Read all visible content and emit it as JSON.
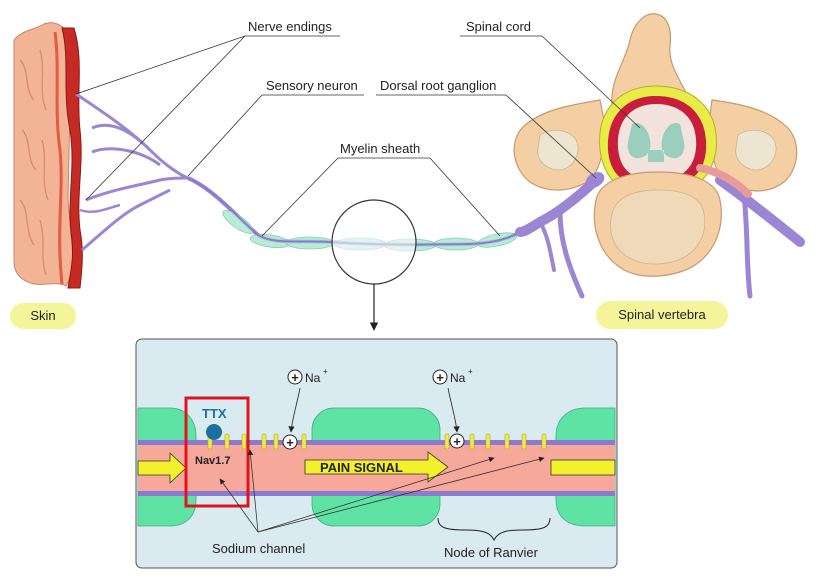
{
  "labels": {
    "nerve_endings": "Nerve endings",
    "spinal_cord": "Spinal cord",
    "sensory_neuron": "Sensory neuron",
    "dorsal_root_ganglion": "Dorsal root ganglion",
    "myelin_sheath": "Myelin sheath",
    "skin": "Skin",
    "spinal_vertebra": "Spinal vertebra"
  },
  "inset": {
    "ion_label_1": "Na",
    "ion_label_2": "Na",
    "ion_charge": "+",
    "plus_symbol": "+",
    "blocker": "TTX",
    "channel_subtype": "Nav1.7",
    "signal": "PAIN SIGNAL",
    "sodium_channel": "Sodium channel",
    "node_of_ranvier": "Node of Ranvier"
  },
  "colors": {
    "skin_outer": "#c62a24",
    "skin_inner": "#f2b494",
    "neuron": "#9b86d4",
    "myelin": "#9fe0c8",
    "inset_bg": "#d9eaf1",
    "myelin_block": "#5ee3a5",
    "axon": "#f6a89a",
    "membrane": "#8c7ad0",
    "channel": "#f2ea4a",
    "arrow": "#f3f02c",
    "highlight_box": "#e0141e",
    "ttx": "#1f6f9e",
    "pill": "#f4f59a",
    "bone": "#f3cfa3",
    "cord_outer": "#c81e3c"
  }
}
